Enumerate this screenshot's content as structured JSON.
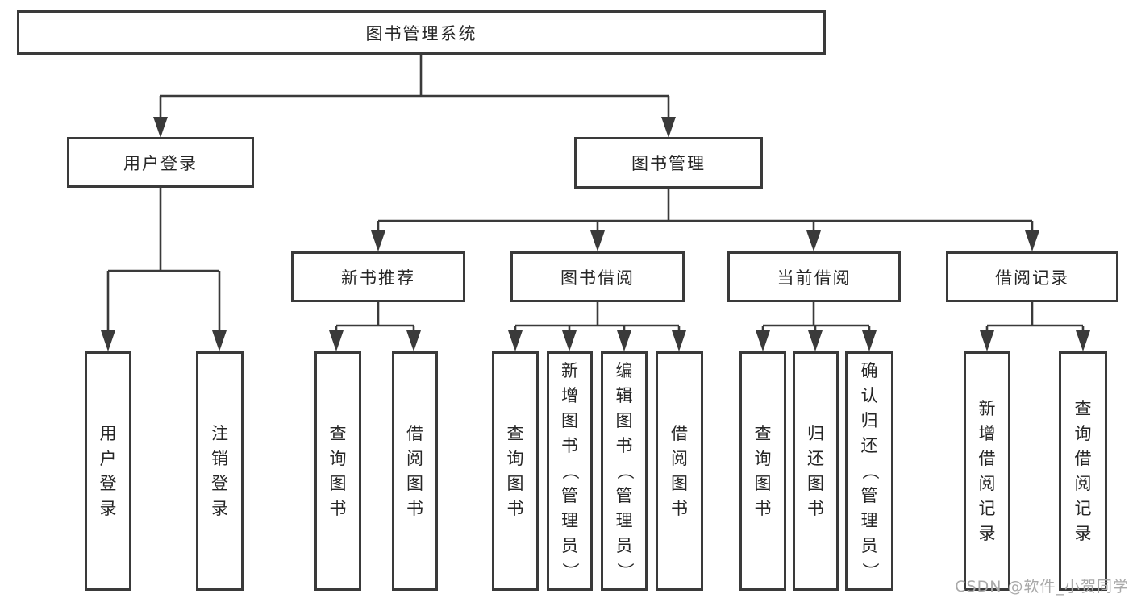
{
  "colors": {
    "line": "#3a3a3a",
    "box_border": "#3a3a3a",
    "text": "#262626",
    "background": "#ffffff",
    "watermark": "#a9a9a9"
  },
  "watermark": {
    "text": "CSDN @软件_小贺同学"
  },
  "tree": {
    "root": {
      "label": "图书管理系统"
    },
    "children": [
      {
        "label": "用户登录",
        "children": [
          {
            "label": "用户登录"
          },
          {
            "label": "注销登录"
          }
        ]
      },
      {
        "label": "图书管理",
        "children": [
          {
            "label": "新书推荐",
            "children": [
              {
                "label": "查询图书"
              },
              {
                "label": "借阅图书"
              }
            ]
          },
          {
            "label": "图书借阅",
            "children": [
              {
                "label": "查询图书"
              },
              {
                "label": "新增图书（管理员）"
              },
              {
                "label": "编辑图书（管理员）"
              },
              {
                "label": "借阅图书"
              }
            ]
          },
          {
            "label": "当前借阅",
            "children": [
              {
                "label": "查询图书"
              },
              {
                "label": "归还图书"
              },
              {
                "label": "确认归还（管理员）"
              }
            ]
          },
          {
            "label": "借阅记录",
            "children": [
              {
                "label": "新增借阅记录"
              },
              {
                "label": "查询借阅记录"
              }
            ]
          }
        ]
      }
    ]
  }
}
